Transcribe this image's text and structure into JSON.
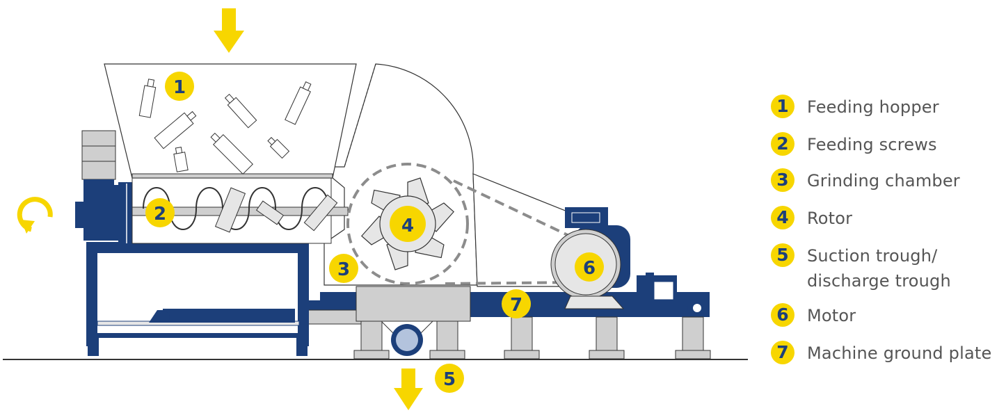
{
  "colors": {
    "navy": "#1c3f7a",
    "yellow": "#f7d600",
    "grey_fill": "#cfcfcf",
    "light_grey": "#e6e6e6",
    "outline": "#333333",
    "dash": "#8c8c8c",
    "legend_text": "#555555"
  },
  "callouts": [
    {
      "num": "1",
      "ref": "hopper"
    },
    {
      "num": "2",
      "ref": "screws"
    },
    {
      "num": "3",
      "ref": "chamber"
    },
    {
      "num": "4",
      "ref": "rotor"
    },
    {
      "num": "5",
      "ref": "trough"
    },
    {
      "num": "6",
      "ref": "motor"
    },
    {
      "num": "7",
      "ref": "ground-plate"
    }
  ],
  "legend": [
    {
      "num": "1",
      "label": "Feeding hopper"
    },
    {
      "num": "2",
      "label": "Feeding screws"
    },
    {
      "num": "3",
      "label": "Grinding chamber"
    },
    {
      "num": "4",
      "label": "Rotor"
    },
    {
      "num": "5",
      "label": "Suction trough/",
      "label2": "discharge trough"
    },
    {
      "num": "6",
      "label": "Motor"
    },
    {
      "num": "7",
      "label": "Machine ground plate"
    }
  ],
  "icons": {
    "input_arrow": "arrow-down-icon",
    "output_arrow": "arrow-down-icon",
    "rotation": "rotate-icon"
  }
}
